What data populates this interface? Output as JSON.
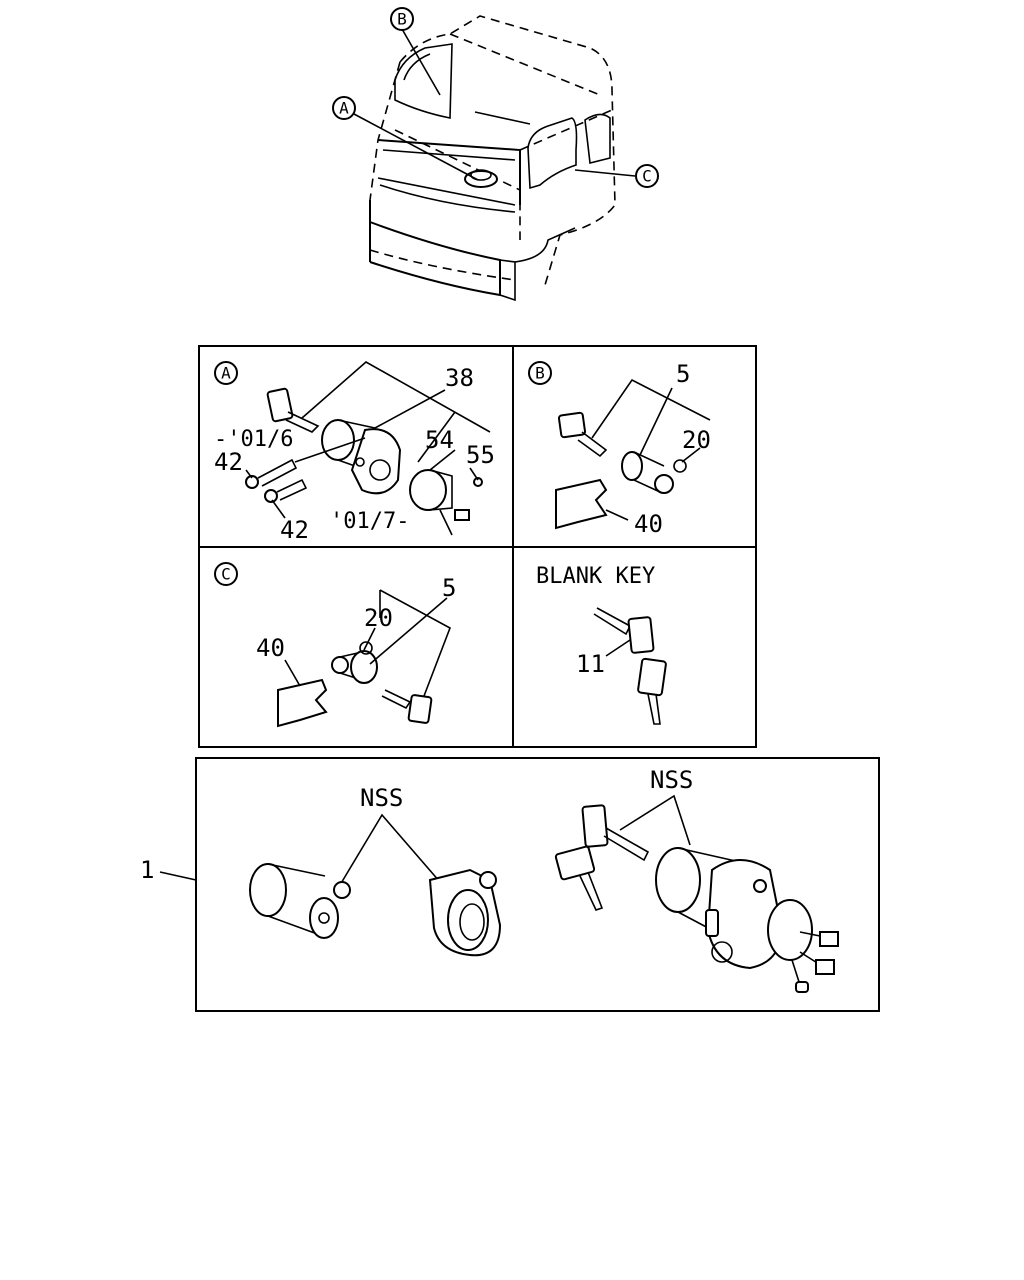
{
  "cab": {
    "callouts": [
      "B",
      "A",
      "C"
    ]
  },
  "panels": {
    "a": {
      "letter": "A",
      "labels": {
        "p38": "38",
        "p54": "54",
        "p55": "55",
        "p42_top": "42",
        "p42_bot": "42",
        "date_before": "-'01/6",
        "date_after": "'01/7-"
      }
    },
    "b": {
      "letter": "B",
      "labels": {
        "p5": "5",
        "p20": "20",
        "p40": "40"
      }
    },
    "c": {
      "letter": "C",
      "labels": {
        "p5": "5",
        "p20": "20",
        "p40": "40"
      }
    },
    "d": {
      "title": "BLANK KEY",
      "labels": {
        "p11": "11"
      }
    }
  },
  "kit": {
    "part_number": "1",
    "nss_left": "NSS",
    "nss_right": "NSS"
  }
}
